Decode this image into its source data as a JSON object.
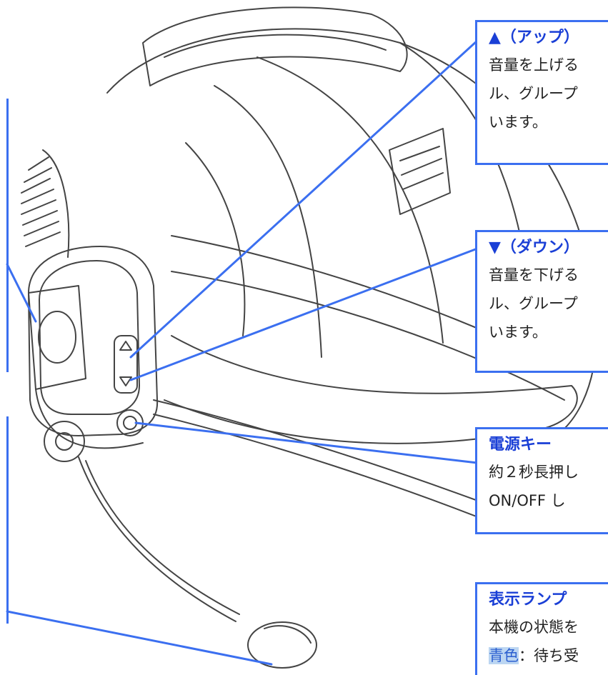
{
  "callouts": {
    "up": {
      "title": "▲（アップ）",
      "lines": [
        "音量を上げる",
        "ル、グループ",
        "います。"
      ]
    },
    "down": {
      "title": "▼（ダウン）",
      "lines": [
        "音量を下げる",
        "ル、グループ",
        "います。"
      ]
    },
    "power": {
      "title": "電源キー",
      "lines": [
        "約２秒長押し",
        "ON/OFF し"
      ]
    },
    "lamp": {
      "title": "表示ランプ",
      "lines": [
        "本機の状態を"
      ],
      "blue_label": "青色",
      "blue_rest": "：待ち受"
    }
  },
  "colors": {
    "accent": "#3b6ff0",
    "title": "#1a3fd6",
    "highlight": "#bcd6f2"
  }
}
